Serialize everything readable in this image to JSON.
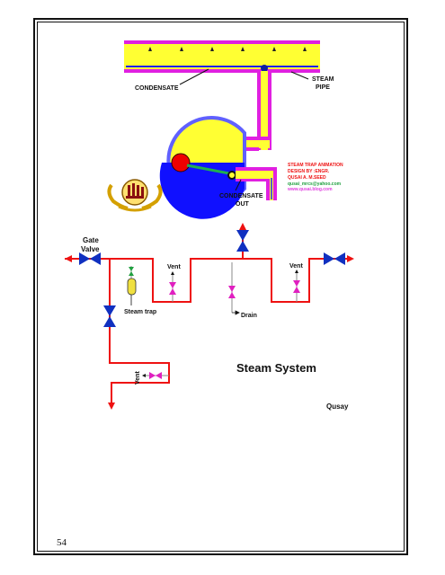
{
  "page_number": "54",
  "trap_figure": {
    "labels": {
      "condensate": "CONDENSATE",
      "steam_pipe_line1": "STEAM",
      "steam_pipe_line2": "PIPE",
      "condensate_out_line1": "CONDENSATE",
      "condensate_out_line2": "OUT"
    },
    "credits": {
      "line1": "STEAM TRAP ANIMATION",
      "line2": "DESIGN BY :ENGR.",
      "line3": "QUSAI A. M.SEED",
      "line4": "qusai_mrcs@yahoo.com",
      "line5": "www.qusai.blog.com"
    },
    "colors": {
      "steam": "#ffff33",
      "pipe_wall": "#e020e0",
      "water": "#1010ff",
      "float": "#ee0000",
      "outline": "#6060ff"
    }
  },
  "steam_system": {
    "title": "Steam System",
    "author": "Qusay",
    "labels": {
      "gate_valve_line1": "Gate",
      "gate_valve_line2": "Valve",
      "vent_1": "Vent",
      "vent_2": "Vent",
      "vent_3": "Vent",
      "steam_trap": "Steam trap",
      "drain": "Drain"
    },
    "colors": {
      "pipe": "#ee1111",
      "valve": "#1030c0",
      "vent_valve": "#e020c0",
      "trap": "#f0e040"
    }
  }
}
